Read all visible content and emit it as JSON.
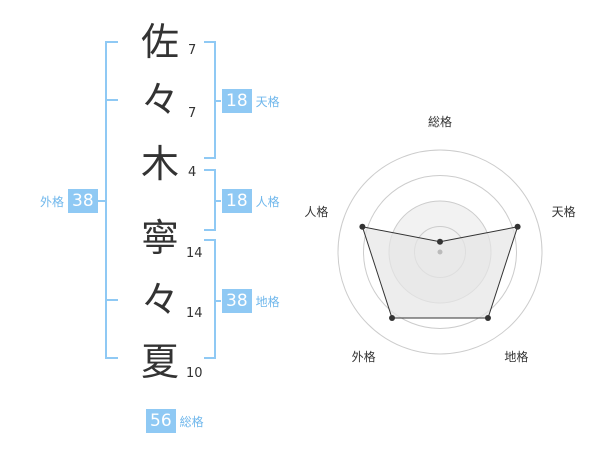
{
  "name": {
    "chars": [
      "佐",
      "々",
      "木",
      "寧",
      "々",
      "夏"
    ],
    "strokes": [
      "7",
      "7",
      "4",
      "14",
      "14",
      "10"
    ]
  },
  "kaku": {
    "tenkaku": {
      "value": "18",
      "label": "天格"
    },
    "jinkaku": {
      "value": "18",
      "label": "人格"
    },
    "chikaku": {
      "value": "38",
      "label": "地格"
    },
    "gaikaku": {
      "value": "38",
      "label": "外格"
    },
    "soukaku": {
      "value": "56",
      "label": "総格"
    }
  },
  "chart_data": {
    "type": "radar",
    "axes": [
      "総格",
      "天格",
      "地格",
      "外格",
      "人格"
    ],
    "values": [
      0.1,
      0.8,
      0.8,
      0.8,
      0.8
    ],
    "rings": 4,
    "grid": true,
    "colors": {
      "fill": "#e6e6e6",
      "stroke": "#333333",
      "ring": "#cccccc",
      "accent": "#8fc9f4"
    }
  }
}
